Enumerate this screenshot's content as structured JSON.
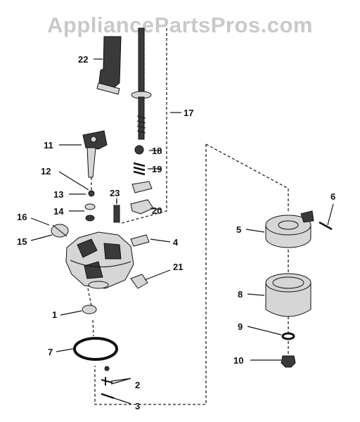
{
  "watermark": "AppliancePartsPros.com",
  "callouts": {
    "c1": "1",
    "c2": "2",
    "c3": "3",
    "c4": "4",
    "c5": "5",
    "c6": "6",
    "c7": "7",
    "c8": "8",
    "c9": "9",
    "c10": "10",
    "c11": "11",
    "c12": "12",
    "c13": "13",
    "c14": "14",
    "c15": "15",
    "c16": "16",
    "c17": "17",
    "c18": "18",
    "c19": "19",
    "c20": "20",
    "c21": "21",
    "c22": "22",
    "c23": "23"
  },
  "colors": {
    "ink": "#111111",
    "part_fill": "#d6d6d6",
    "watermark": "#c9c9c9"
  }
}
